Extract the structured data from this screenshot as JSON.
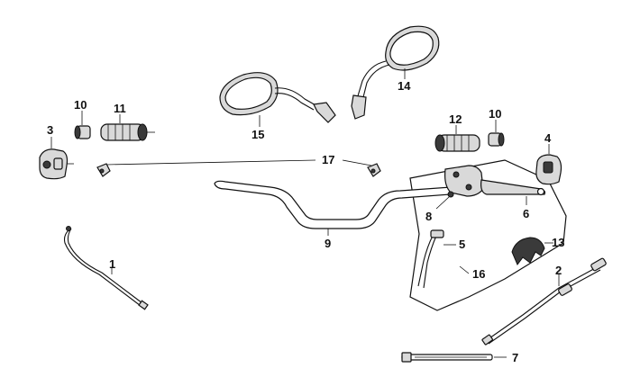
{
  "diagram": {
    "labels": [
      "1",
      "2",
      "3",
      "4",
      "5",
      "6",
      "7",
      "8",
      "9",
      "10",
      "10",
      "11",
      "12",
      "13",
      "14",
      "15",
      "16",
      "17"
    ]
  },
  "colors": {
    "line": "#111111",
    "part_fill": "#d9d9d9",
    "dark_fill": "#3a3a3a",
    "panel": "#ffffff"
  }
}
